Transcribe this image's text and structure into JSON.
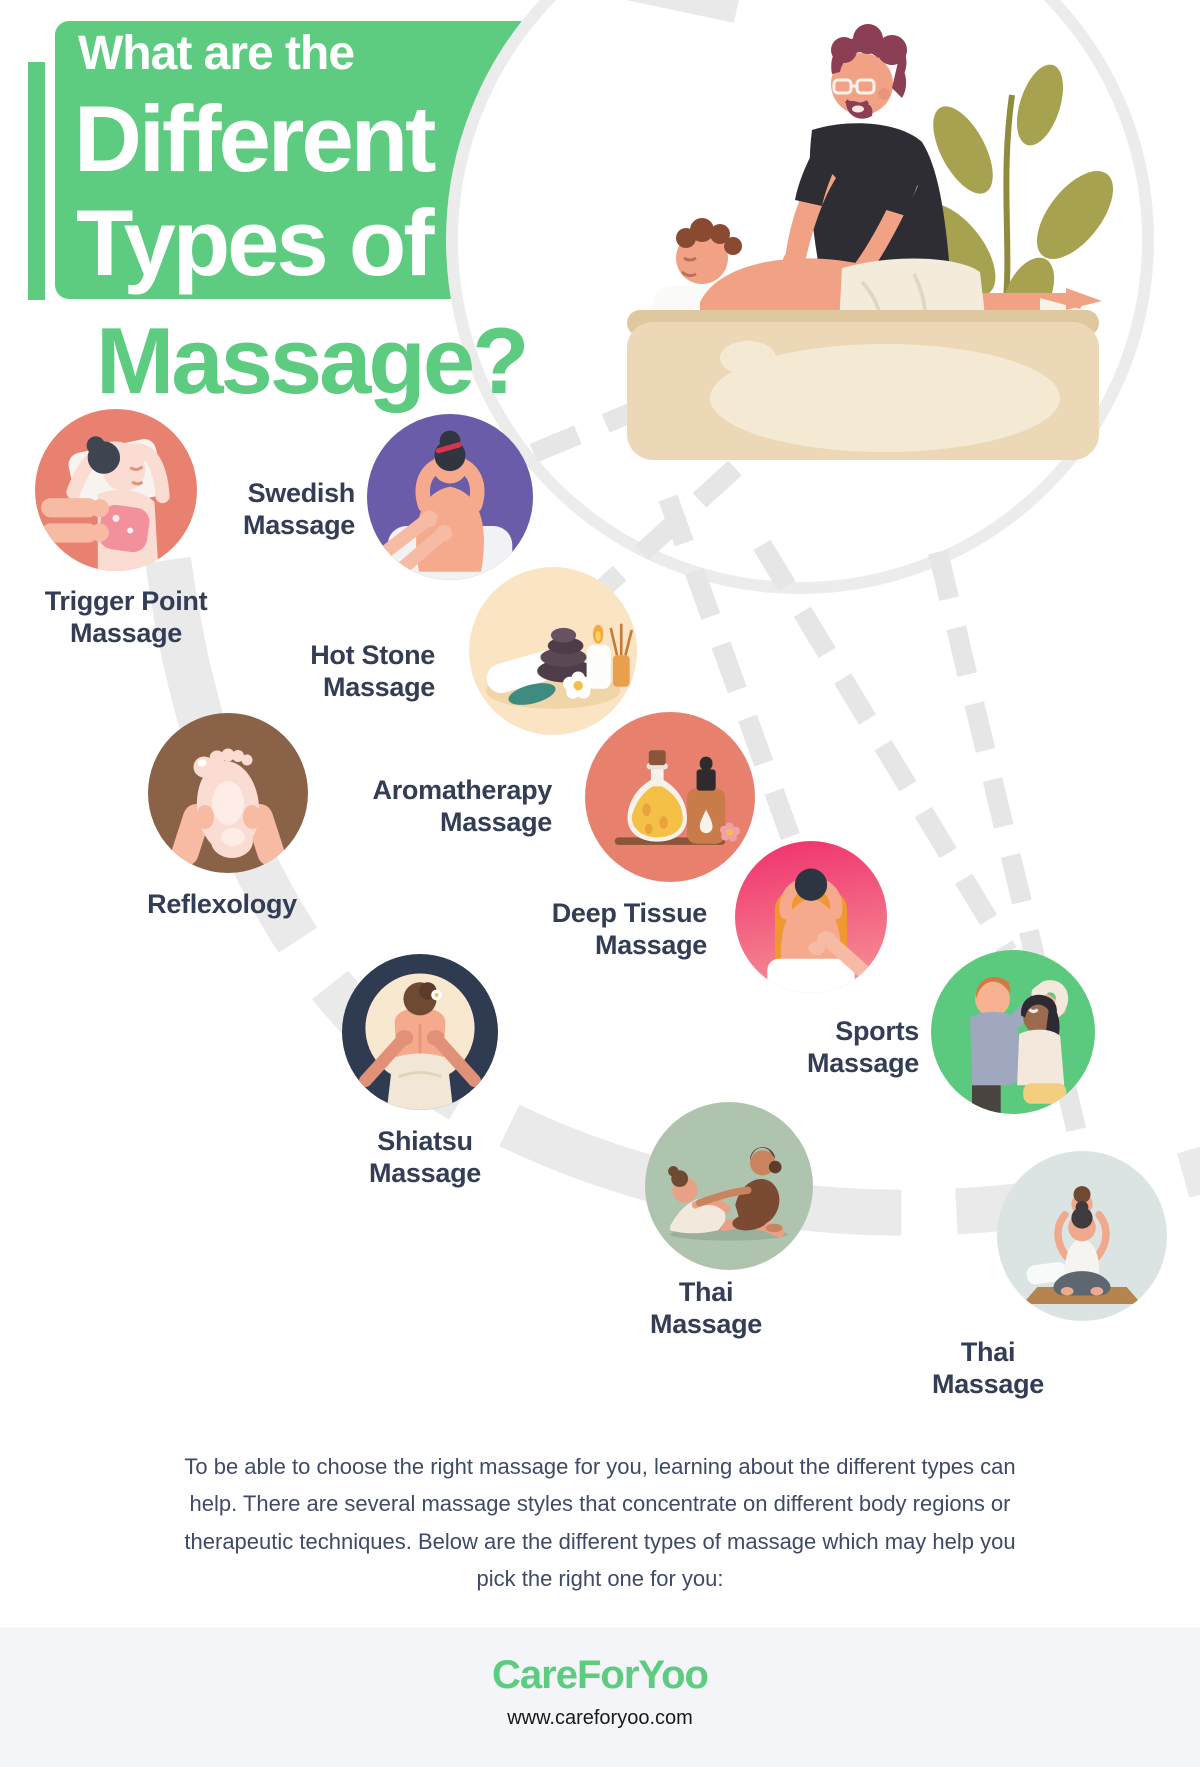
{
  "title": {
    "line1": "What are the",
    "line2": "Different",
    "line3": "Types of",
    "line4": "Massage?"
  },
  "types": [
    {
      "label": "Trigger Point\nMassage",
      "color": "#E8816F"
    },
    {
      "label": "Swedish\nMassage",
      "color": "#6A5CA8"
    },
    {
      "label": "Hot Stone\nMassage",
      "color": "#FBE4C4"
    },
    {
      "label": "Aromatherapy\nMassage",
      "color": "#E8806E"
    },
    {
      "label": "Reflexology",
      "color": "#8A6248"
    },
    {
      "label": "Deep Tissue\nMassage",
      "color": "#F0306E",
      "color2": "#F59896"
    },
    {
      "label": "Sports\nMassage",
      "color": "#5CCA7E"
    },
    {
      "label": "Shiatsu\nMassage",
      "color": "#2F3B50"
    },
    {
      "label": "Thai\nMassage",
      "color": "#AFC4AF"
    },
    {
      "label": "Thai\nMassage",
      "color": "#DCE4E3"
    }
  ],
  "intro": "To be able to choose the right massage for you, learning about the different types can\nhelp. There are several massage styles that concentrate on different body regions or\ntherapeutic techniques. Below are the different types of massage which may help you\npick the right one for you:",
  "footer": {
    "brand": "CareForYoo",
    "website": "www.careforyoo.com"
  },
  "colors": {
    "accent_green": "#5DCB80",
    "label_navy": "#343D56",
    "body_text": "#3E4A66",
    "footer_bg": "#F4F5F9",
    "dash_gray": "#E6E6E6"
  }
}
